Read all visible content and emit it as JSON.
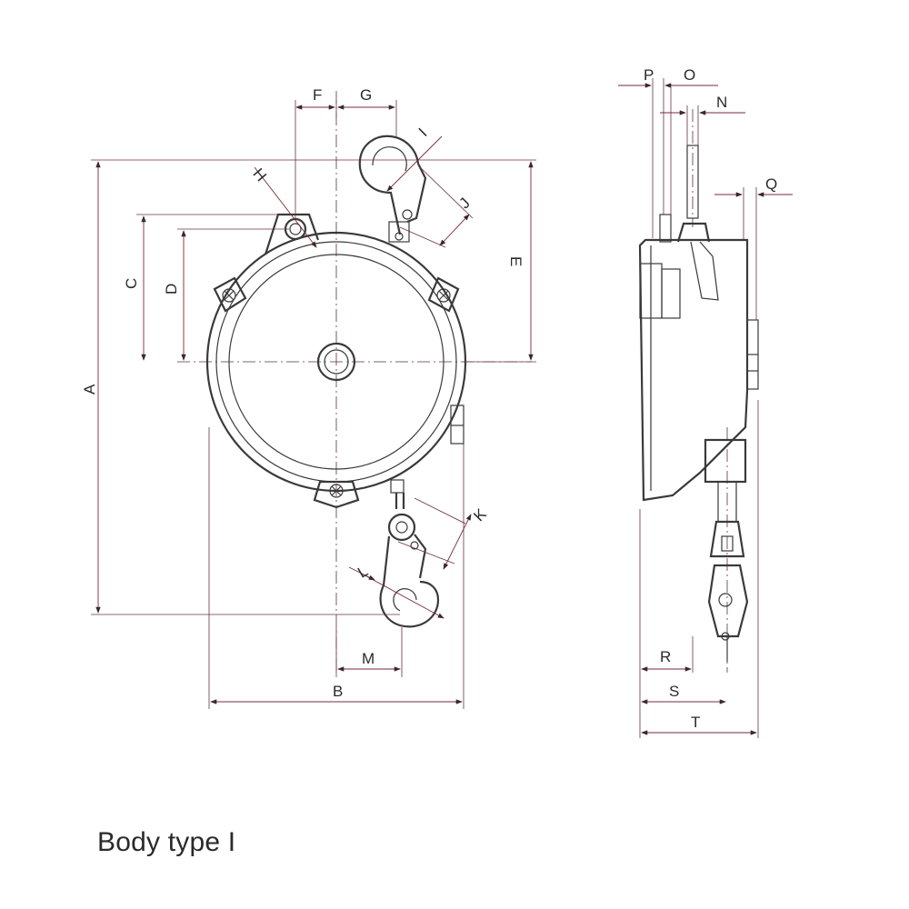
{
  "caption": "Body type I",
  "labels": {
    "A": "A",
    "B": "B",
    "C": "C",
    "D": "D",
    "E": "E",
    "F": "F",
    "G": "G",
    "H": "H",
    "I": "I",
    "J": "J",
    "K": "K",
    "L": "L",
    "M": "M",
    "N": "N",
    "O": "O",
    "P": "P",
    "Q": "Q",
    "R": "R",
    "S": "S",
    "T": "T"
  }
}
